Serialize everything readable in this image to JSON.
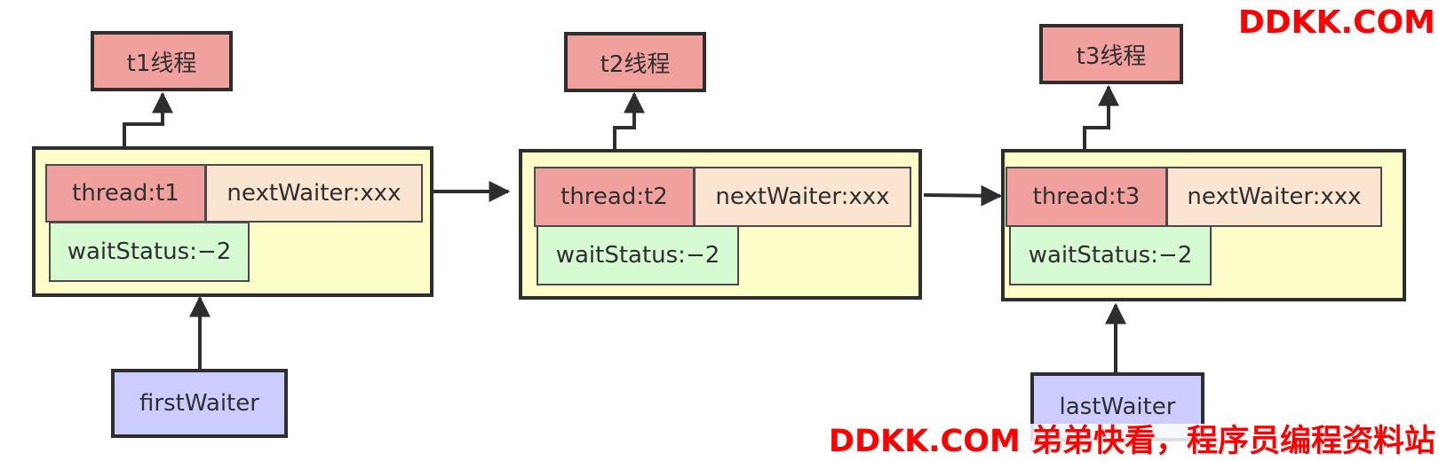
{
  "watermark_top": "DDKK.COM",
  "watermark_bottom": "DDKK.COM 弟弟快看，程序员编程资料站",
  "nodes": [
    {
      "thread_box": "t1线程",
      "thread": "thread:t1",
      "next": "nextWaiter:xxx",
      "wait": "waitStatus:−2"
    },
    {
      "thread_box": "t2线程",
      "thread": "thread:t2",
      "next": "nextWaiter:xxx",
      "wait": "waitStatus:−2"
    },
    {
      "thread_box": "t3线程",
      "thread": "thread:t3",
      "next": "nextWaiter:xxx",
      "wait": "waitStatus:−2"
    }
  ],
  "first_waiter": "firstWaiter",
  "last_waiter": "lastWaiter",
  "colors": {
    "thread": "#f0a19e",
    "next_waiter": "#fbe5d0",
    "wait_status": "#d6fbd3",
    "node": "#fdfdc9",
    "waiter": "#ccccff",
    "watermark": "#ff0000"
  }
}
